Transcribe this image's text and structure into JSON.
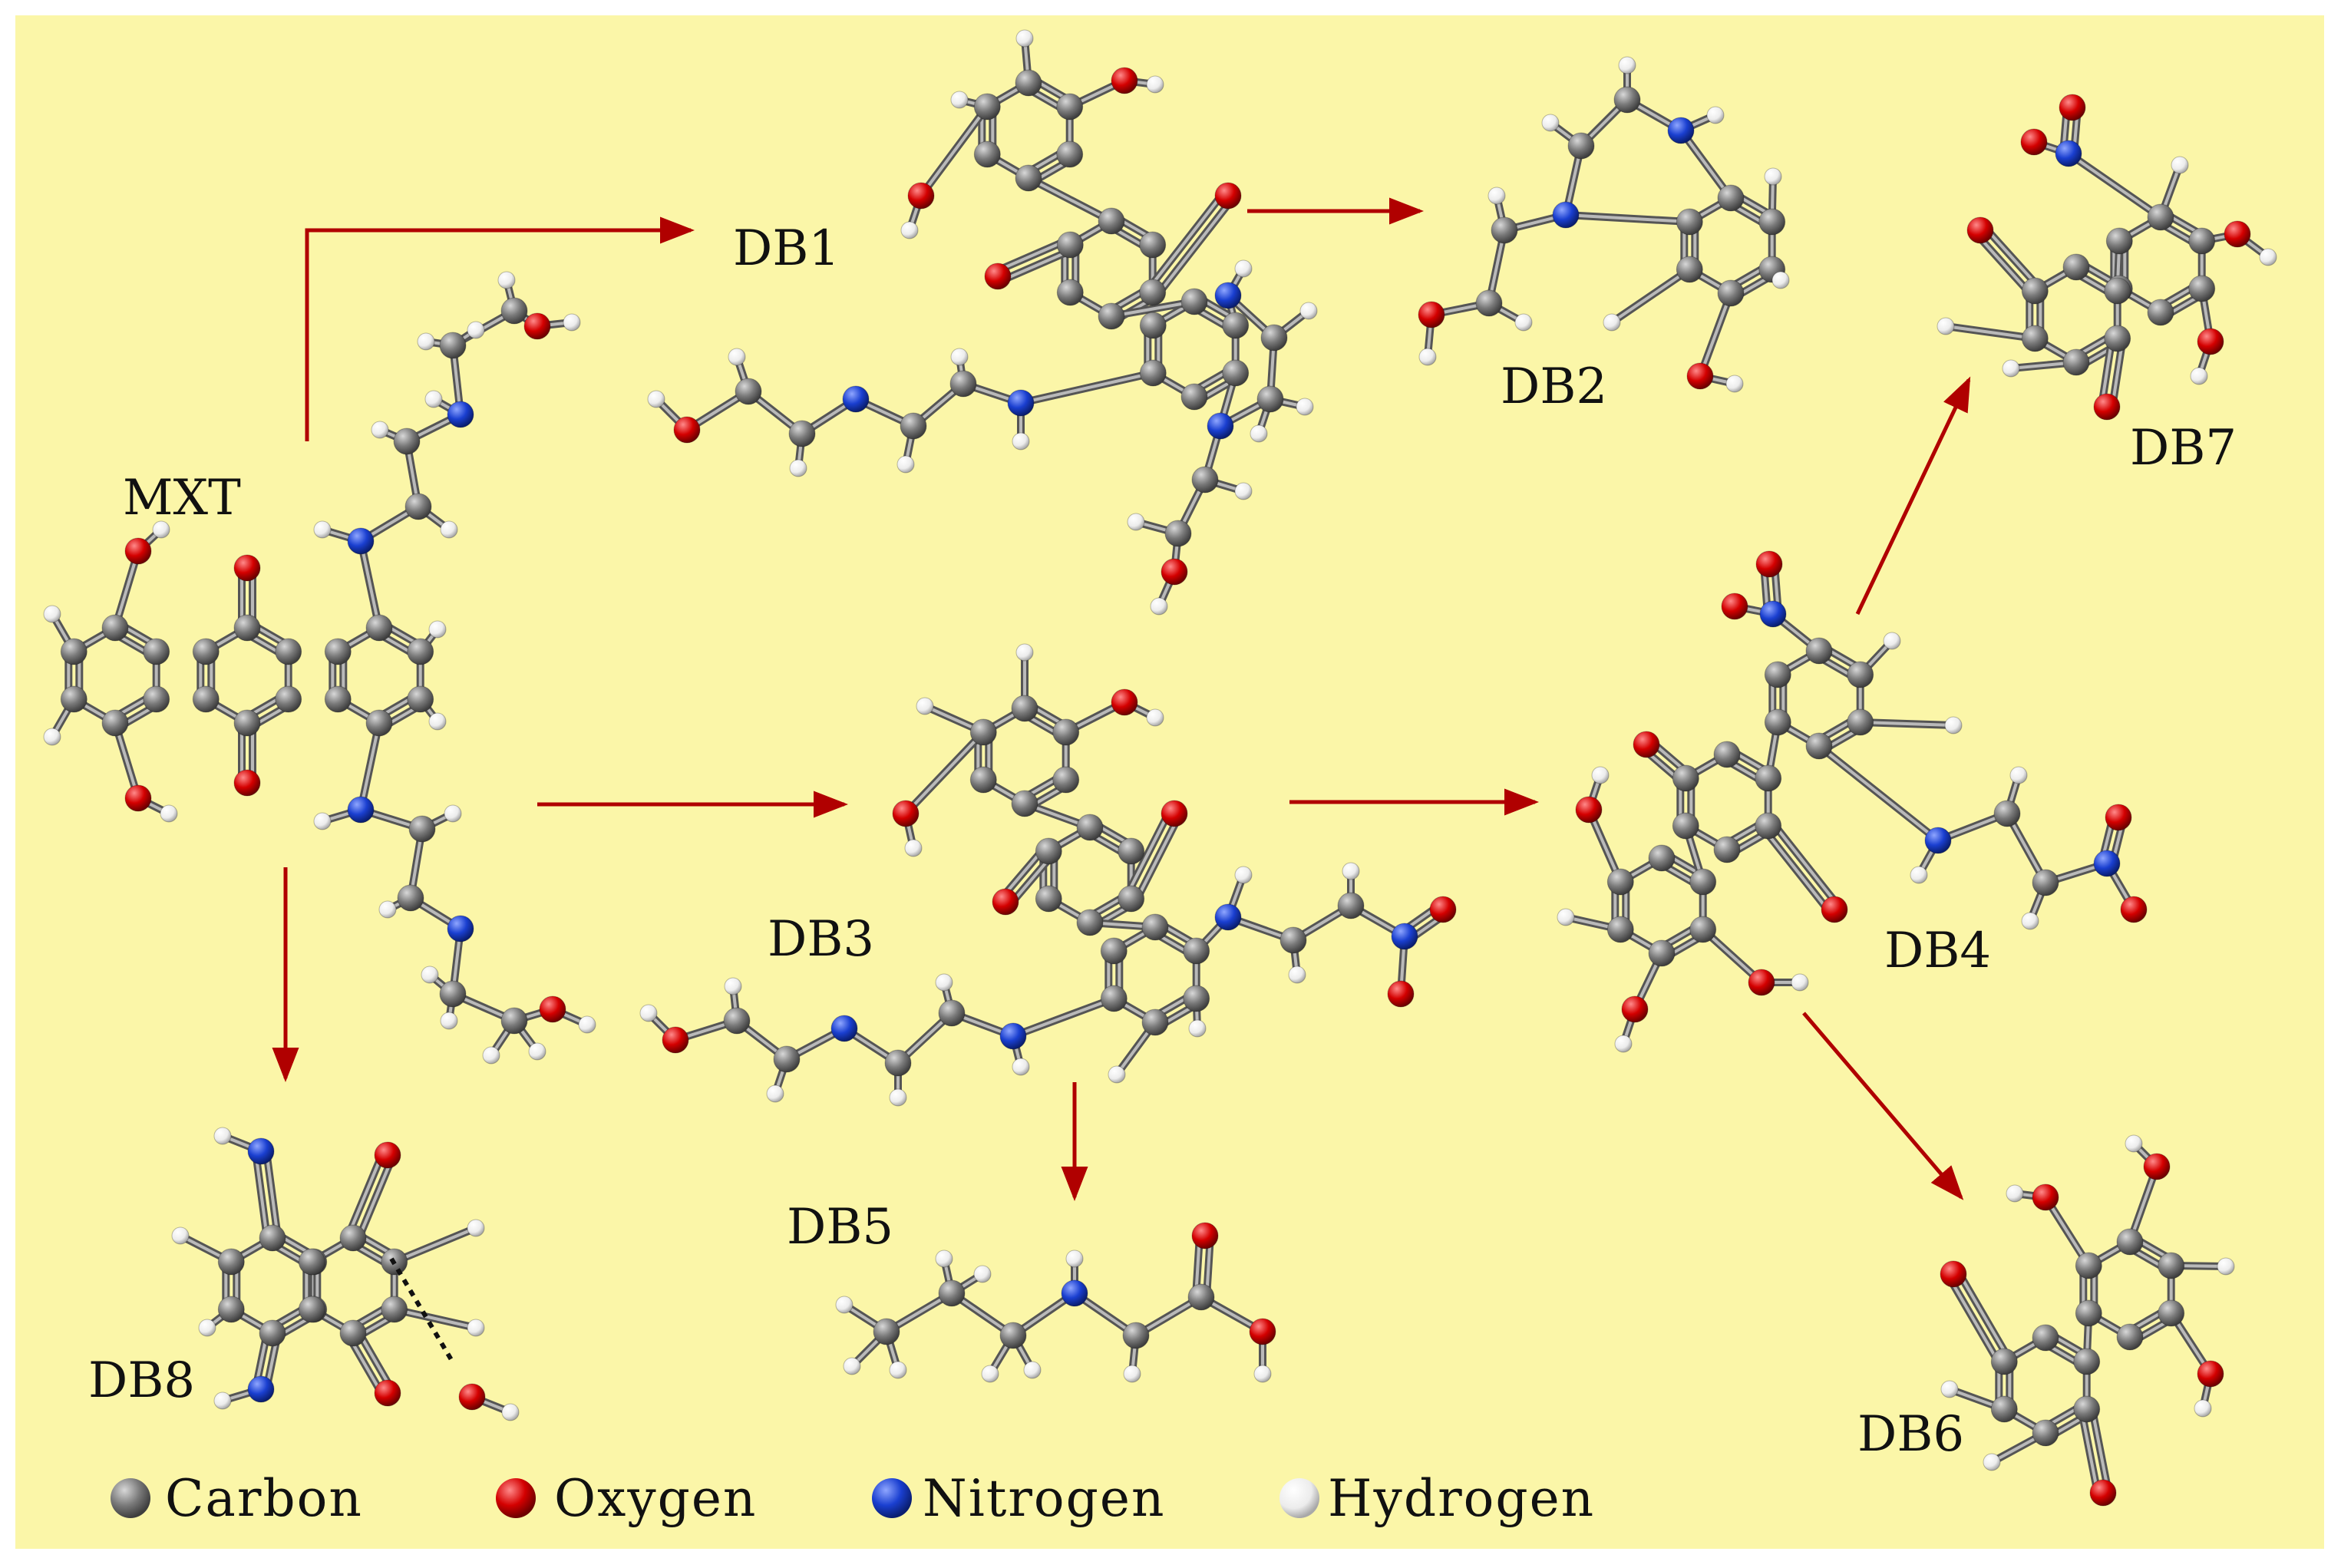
{
  "labels": {
    "mxt": "MXT",
    "db1": "DB1",
    "db2": "DB2",
    "db3": "DB3",
    "db4": "DB4",
    "db5": "DB5",
    "db6": "DB6",
    "db7": "DB7",
    "db8": "DB8"
  },
  "legend": [
    {
      "label": "Carbon",
      "color": "#777777"
    },
    {
      "label": "Oxygen",
      "color": "#b00000"
    },
    {
      "label": "Nitrogen",
      "color": "#1030c0"
    },
    {
      "label": "Hydrogen",
      "color": "#ffffff"
    }
  ],
  "colors": {
    "background": "#fbf6a8",
    "arrow": "#b00000",
    "carbon": "#777777",
    "oxygen": "#d20000",
    "nitrogen": "#1a3fd0",
    "hydrogen": "#f4f4f4"
  }
}
